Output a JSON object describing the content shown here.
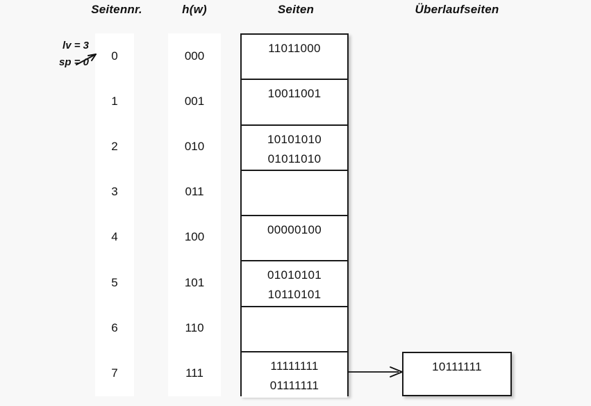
{
  "headers": {
    "index": "Seitennr.",
    "hash": "h(w)",
    "pages": "Seiten",
    "overflow": "Überlaufseiten"
  },
  "annotation": {
    "lv": "lv = 3",
    "sp": "sp = 0",
    "arrow_icon": "pointer-arrow-icon"
  },
  "rows": [
    {
      "index": "0",
      "hash": "000",
      "records": [
        "11011000"
      ]
    },
    {
      "index": "1",
      "hash": "001",
      "records": [
        "10011001"
      ]
    },
    {
      "index": "2",
      "hash": "010",
      "records": [
        "10101010",
        "01011010"
      ]
    },
    {
      "index": "3",
      "hash": "011",
      "records": []
    },
    {
      "index": "4",
      "hash": "100",
      "records": [
        "00000100"
      ]
    },
    {
      "index": "5",
      "hash": "101",
      "records": [
        "01010101",
        "10110101"
      ]
    },
    {
      "index": "6",
      "hash": "110",
      "records": []
    },
    {
      "index": "7",
      "hash": "111",
      "records": [
        "11111111",
        "01111111"
      ]
    }
  ],
  "overflow_pages": [
    {
      "from_row": "7",
      "records": [
        "10111111"
      ]
    }
  ],
  "colors": {
    "background": "#f8f8f8",
    "cell_fill": "#ffffff",
    "border": "#1a1a1a",
    "text": "#111111"
  }
}
